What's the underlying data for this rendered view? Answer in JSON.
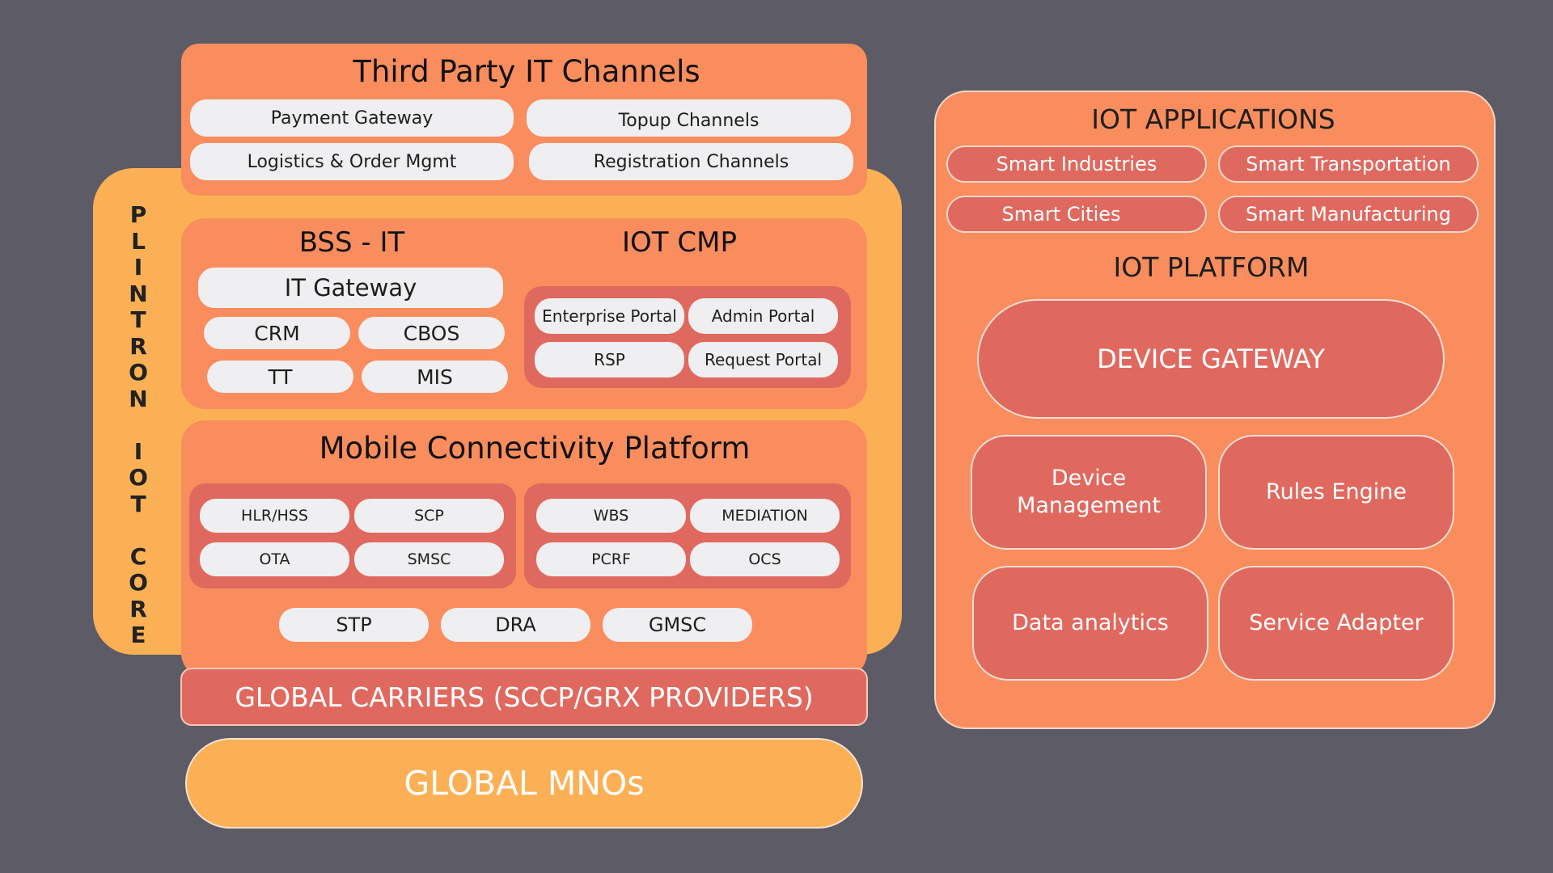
{
  "core": {
    "vertical_letters": [
      "P",
      "L",
      "I",
      "N",
      "T",
      "R",
      "O",
      "N",
      "",
      "I",
      "O",
      "T",
      "",
      "C",
      "O",
      "R",
      "E"
    ]
  },
  "third_party": {
    "title": "Third Party IT Channels",
    "items": [
      "Payment Gateway",
      "Topup Channels",
      "Logistics & Order Mgmt",
      "Registration Channels"
    ]
  },
  "bss": {
    "title": "BSS - IT",
    "gateway": "IT Gateway",
    "items": [
      "CRM",
      "CBOS",
      "TT",
      "MIS"
    ]
  },
  "cmp": {
    "title": "IOT CMP",
    "items": [
      "Enterprise Portal",
      "Admin Portal",
      "RSP",
      "Request Portal"
    ]
  },
  "mcp": {
    "title": "Mobile Connectivity Platform",
    "left_items": [
      "HLR/HSS",
      "SCP",
      "OTA",
      "SMSC"
    ],
    "right_items": [
      "WBS",
      "MEDIATION",
      "PCRF",
      "OCS"
    ],
    "bottom_items": [
      "STP",
      "DRA",
      "GMSC"
    ]
  },
  "carriers": "GLOBAL CARRIERS (SCCP/GRX PROVIDERS)",
  "mnos": "GLOBAL MNOs",
  "iot_applications": {
    "title": "IOT APPLICATIONS",
    "items": [
      "Smart Industries",
      "Smart Transportation",
      "Smart Cities",
      "Smart Manufacturing"
    ]
  },
  "iot_platform": {
    "title": "IOT PLATFORM",
    "gateway": "DEVICE GATEWAY",
    "modules": [
      "Device Management",
      "Rules Engine",
      "Data analytics",
      "Service Adapter"
    ]
  },
  "colors": {
    "background": "#5d5b66",
    "orange": "#f98d5e",
    "yellow": "#fbb055",
    "red": "#e0695f",
    "pill": "#efeef0"
  }
}
